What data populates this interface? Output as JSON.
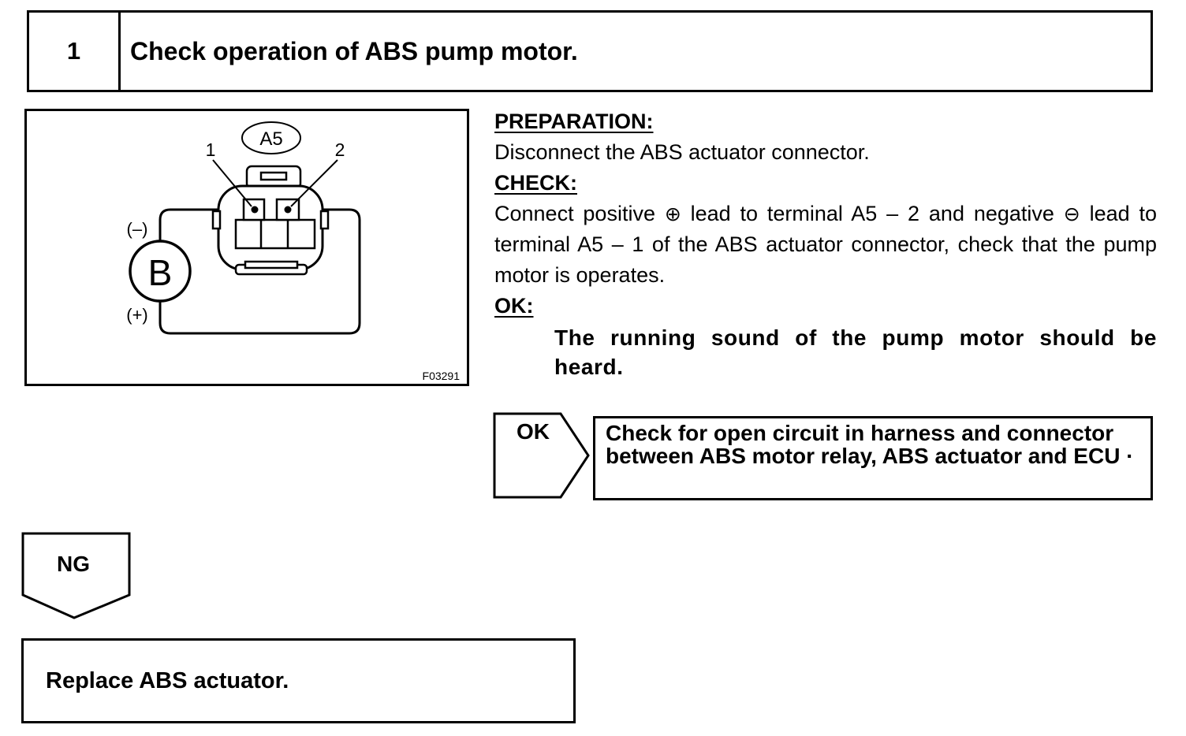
{
  "step": {
    "number": "1",
    "title": "Check operation of ABS pump motor."
  },
  "figure": {
    "connector_label": "A5",
    "terminal_1": "1",
    "terminal_2": "2",
    "battery_label": "B",
    "minus_label": "(–)",
    "plus_label": "(+)",
    "figure_code": "F03291"
  },
  "instructions": {
    "preparation_heading": "PREPARATION:",
    "preparation_text": "Disconnect the ABS actuator connector.",
    "check_heading": "CHECK:",
    "check_text_1": "Connect positive ",
    "check_symbol_plus": "⊕",
    "check_text_2": " lead to terminal A5 – 2 and negative ",
    "check_symbol_minus": "⊖",
    "check_text_3": " lead to terminal A5 – 1 of the ABS actuator connector, check that the pump motor is operates.",
    "ok_heading": "OK:",
    "ok_result": "The running sound of the pump motor should be heard."
  },
  "branches": {
    "ok_label": "OK",
    "ok_action": "Check for open circuit in harness and connector between ABS motor relay, ABS actuator and ECU ·",
    "ng_label": "NG",
    "ng_action": "Replace ABS actuator."
  }
}
